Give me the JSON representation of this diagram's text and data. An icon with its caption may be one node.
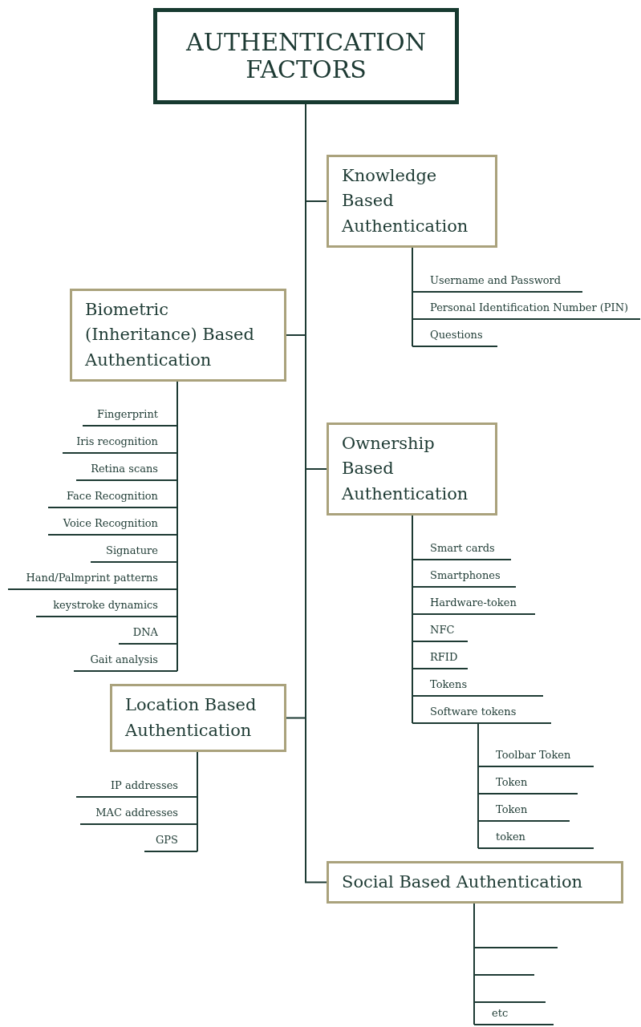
{
  "diagram": {
    "nodes": [
      {
        "text": [
          "AUTHENTICATION FACTORS"
        ]
      },
      {
        "text": [
          "Knowledge Based Authentication"
        ]
      },
      {
        "text": [
          "Username and Password"
        ]
      },
      {
        "text": [
          "Personal Identification Number (PIN)"
        ]
      },
      {
        "text": [
          "Questions"
        ]
      },
      {
        "text": [
          "Biometric (Inheritance) Based Authentication"
        ]
      },
      {
        "text": [
          "Fingerprint"
        ]
      },
      {
        "text": [
          "Iris recognition"
        ]
      },
      {
        "text": [
          "Retina scans"
        ]
      },
      {
        "text": [
          "Face Recognition"
        ]
      },
      {
        "text": [
          "Voice Recognition"
        ]
      },
      {
        "text": [
          "Signature"
        ]
      },
      {
        "text": [
          "Hand/Palmprint patterns"
        ]
      },
      {
        "text": [
          "keystroke dynamics"
        ]
      },
      {
        "text": [
          "DNA"
        ]
      },
      {
        "text": [
          "Gait analysis"
        ]
      },
      {
        "text": [
          "Ownership Based Authentication"
        ]
      },
      {
        "text": [
          "Smart cards"
        ]
      },
      {
        "text": [
          "Smartphones"
        ]
      },
      {
        "text": [
          "Hardware-token"
        ]
      },
      {
        "text": [
          "NFC"
        ]
      },
      {
        "text": [
          "RFID"
        ]
      },
      {
        "text": [
          "Tokens"
        ]
      },
      {
        "text": [
          "Software tokens"
        ]
      },
      {
        "text": [
          "Toolbar Token"
        ]
      },
      {
        "text": [
          "Token"
        ]
      },
      {
        "text": [
          "Token"
        ]
      },
      {
        "text": [
          "token"
        ]
      },
      {
        "text": [
          "Location Based Authentication"
        ]
      },
      {
        "text": [
          "IP addresses"
        ]
      },
      {
        "text": [
          "MAC addresses"
        ]
      },
      {
        "text": [
          "GPS"
        ]
      },
      {
        "text": [
          "Social Based Authentication"
        ]
      },
      {
        "text": [],
        "shape": "bar"
      },
      {
        "text": [],
        "shape": "bar"
      },
      {
        "text": [],
        "shape": "bar"
      },
      {
        "text": [
          "etc"
        ]
      }
    ],
    "edges": [
      {
        "from": 0,
        "to": 1,
        "arrow": "none"
      },
      {
        "from": 0,
        "to": 5,
        "arrow": "none"
      },
      {
        "from": 0,
        "to": 16,
        "arrow": "none"
      },
      {
        "from": 0,
        "to": 28,
        "arrow": "none"
      },
      {
        "from": 0,
        "to": 32,
        "arrow": "none"
      },
      {
        "from": 1,
        "to": 2,
        "arrow": "none"
      },
      {
        "from": 1,
        "to": 3,
        "arrow": "none"
      },
      {
        "from": 1,
        "to": 4,
        "arrow": "none"
      },
      {
        "from": 5,
        "to": 6,
        "arrow": "none"
      },
      {
        "from": 5,
        "to": 7,
        "arrow": "none"
      },
      {
        "from": 5,
        "to": 8,
        "arrow": "none"
      },
      {
        "from": 5,
        "to": 9,
        "arrow": "none"
      },
      {
        "from": 5,
        "to": 10,
        "arrow": "none"
      },
      {
        "from": 5,
        "to": 11,
        "arrow": "none"
      },
      {
        "from": 5,
        "to": 12,
        "arrow": "none"
      },
      {
        "from": 5,
        "to": 13,
        "arrow": "none"
      },
      {
        "from": 5,
        "to": 14,
        "arrow": "none"
      },
      {
        "from": 5,
        "to": 15,
        "arrow": "none"
      },
      {
        "from": 16,
        "to": 17,
        "arrow": "none"
      },
      {
        "from": 16,
        "to": 18,
        "arrow": "none"
      },
      {
        "from": 16,
        "to": 19,
        "arrow": "none"
      },
      {
        "from": 16,
        "to": 20,
        "arrow": "none"
      },
      {
        "from": 16,
        "to": 21,
        "arrow": "none"
      },
      {
        "from": 16,
        "to": 22,
        "arrow": "none"
      },
      {
        "from": 16,
        "to": 23,
        "arrow": "none"
      },
      {
        "from": 23,
        "to": 24,
        "arrow": "none"
      },
      {
        "from": 23,
        "to": 25,
        "arrow": "none"
      },
      {
        "from": 23,
        "to": 26,
        "arrow": "none"
      },
      {
        "from": 23,
        "to": 27,
        "arrow": "none"
      },
      {
        "from": 28,
        "to": 29,
        "arrow": "none"
      },
      {
        "from": 28,
        "to": 30,
        "arrow": "none"
      },
      {
        "from": 28,
        "to": 31,
        "arrow": "none"
      },
      {
        "from": 32,
        "to": 33,
        "arrow": "none"
      },
      {
        "from": 32,
        "to": 34,
        "arrow": "none"
      },
      {
        "from": 32,
        "to": 35,
        "arrow": "none"
      },
      {
        "from": 32,
        "to": 36,
        "arrow": "none"
      }
    ]
  }
}
